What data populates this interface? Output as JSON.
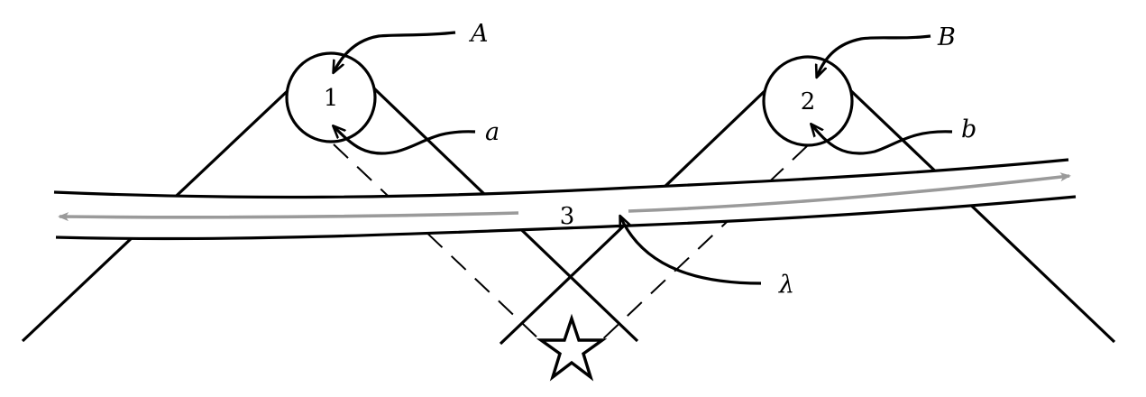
{
  "diagram": {
    "nodes": [
      {
        "id": "1",
        "label": "1",
        "shape": "circle"
      },
      {
        "id": "2",
        "label": "2",
        "shape": "circle"
      },
      {
        "id": "3",
        "label": "3",
        "shape": "tube-label"
      }
    ],
    "annotations": {
      "A": "A",
      "a": "a",
      "B": "B",
      "b": "b",
      "lambda": "λ"
    },
    "source_symbol": "star",
    "colors": {
      "stroke": "#000000",
      "flow_arrow": "#9a9a9a",
      "background": "#ffffff"
    }
  }
}
